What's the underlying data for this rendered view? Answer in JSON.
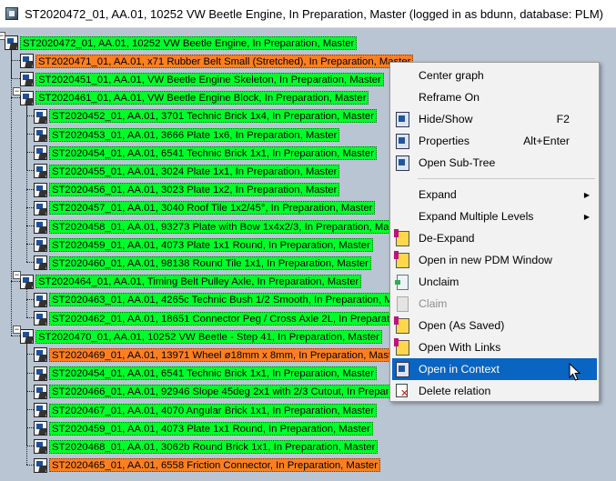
{
  "window": {
    "title": "ST2020472_01, AA.01, 10252 VW Beetle Engine, In Preparation, Master (logged in as bdunn, database: PLM)"
  },
  "colors": {
    "tree_background": "#b9c5d3",
    "node_green": "#00ff2a",
    "node_orange": "#ff7f1e",
    "menu_highlight": "#0a64c2"
  },
  "tree": {
    "nodes": [
      {
        "label": "ST2020472_01, AA.01, 10252 VW Beetle Engine, In Preparation, Master",
        "status": "green",
        "depth": 0
      },
      {
        "label": "ST2020471_01, AA.01, x71 Rubber Belt Small (Stretched), In Preparation, Master",
        "status": "orange",
        "depth": 1
      },
      {
        "label": "ST2020451_01, AA.01, VW Beetle Engine Skeleton, In Preparation, Master",
        "status": "green",
        "depth": 1
      },
      {
        "label": "ST2020461_01, AA.01, VW Beetle Engine Block, In Preparation, Master",
        "status": "green",
        "depth": 1
      },
      {
        "label": "ST2020452_01, AA.01, 3701 Technic Brick 1x4, In Preparation, Master",
        "status": "green",
        "depth": 2
      },
      {
        "label": "ST2020453_01, AA.01, 3666 Plate 1x6, In Preparation, Master",
        "status": "green",
        "depth": 2
      },
      {
        "label": "ST2020454_01, AA.01, 6541 Technic Brick 1x1, In Preparation, Master",
        "status": "green",
        "depth": 2
      },
      {
        "label": "ST2020455_01, AA.01, 3024 Plate 1x1, In Preparation, Master",
        "status": "green",
        "depth": 2
      },
      {
        "label": "ST2020456_01, AA.01, 3023 Plate 1x2, In Preparation, Master",
        "status": "green",
        "depth": 2
      },
      {
        "label": "ST2020457_01, AA.01, 3040 Roof Tile 1x2/45°, In Preparation, Master",
        "status": "green",
        "depth": 2
      },
      {
        "label": "ST2020458_01, AA.01, 93273 Plate with Bow 1x4x2/3, In Preparation, Master",
        "status": "green",
        "depth": 2
      },
      {
        "label": "ST2020459_01, AA.01, 4073 Plate 1x1 Round, In Preparation, Master",
        "status": "green",
        "depth": 2
      },
      {
        "label": "ST2020460_01, AA.01, 98138 Round Tile 1x1, In Preparation, Master",
        "status": "green",
        "depth": 2
      },
      {
        "label": "ST2020464_01, AA.01, Timing Belt Pulley Axle, In Preparation, Master",
        "status": "green",
        "depth": 1
      },
      {
        "label": "ST2020463_01, AA.01, 4265c Technic Bush 1/2 Smooth, In Preparation, Master",
        "status": "green",
        "depth": 2
      },
      {
        "label": "ST2020462_01, AA.01, 18651 Connector Peg / Cross Axle 2L, In Preparation, Master",
        "status": "green",
        "depth": 2
      },
      {
        "label": "ST2020470_01, AA.01, 10252 VW Beetle - Step 41, In Preparation, Master",
        "status": "green",
        "depth": 1
      },
      {
        "label": "ST2020469_01, AA.01, 13971 Wheel ø18mm x 8mm, In Preparation, Master",
        "status": "orange",
        "depth": 2
      },
      {
        "label": "ST2020454_01, AA.01, 6541 Technic Brick 1x1, In Preparation, Master",
        "status": "green",
        "depth": 2
      },
      {
        "label": "ST2020466_01, AA.01, 92946 Slope 45deg 2x1 with 2/3 Cutout, In Preparation, Master",
        "status": "green",
        "depth": 2
      },
      {
        "label": "ST2020467_01, AA.01, 4070 Angular Brick 1x1, In Preparation, Master",
        "status": "green",
        "depth": 2
      },
      {
        "label": "ST2020459_01, AA.01, 4073 Plate 1x1 Round, In Preparation, Master",
        "status": "green",
        "depth": 2
      },
      {
        "label": "ST2020468_01, AA.01, 3062b Round Brick 1x1, In Preparation, Master",
        "status": "green",
        "depth": 2
      },
      {
        "label": "ST2020465_01, AA.01, 6558 Friction Connector, In Preparation, Master",
        "status": "orange",
        "depth": 2
      }
    ]
  },
  "context_menu": {
    "items": [
      {
        "label": "Center graph",
        "icon": "none",
        "shortcut": "",
        "submenu": false,
        "disabled": false,
        "highlighted": false
      },
      {
        "label": "Reframe On",
        "icon": "none",
        "shortcut": "",
        "submenu": false,
        "disabled": false,
        "highlighted": false
      },
      {
        "label": "Hide/Show",
        "icon": "hide-show-icon",
        "shortcut": "F2",
        "submenu": false,
        "disabled": false,
        "highlighted": false
      },
      {
        "label": "Properties",
        "icon": "properties-icon",
        "shortcut": "Alt+Enter",
        "submenu": false,
        "disabled": false,
        "highlighted": false
      },
      {
        "label": "Open Sub-Tree",
        "icon": "sub-tree-icon",
        "shortcut": "",
        "submenu": false,
        "disabled": false,
        "highlighted": false
      },
      {
        "separator": true
      },
      {
        "label": "Expand",
        "icon": "none",
        "shortcut": "",
        "submenu": true,
        "disabled": false,
        "highlighted": false
      },
      {
        "label": "Expand Multiple Levels",
        "icon": "none",
        "shortcut": "",
        "submenu": true,
        "disabled": false,
        "highlighted": false
      },
      {
        "label": "De-Expand",
        "icon": "de-expand-icon",
        "shortcut": "",
        "submenu": false,
        "disabled": false,
        "highlighted": false
      },
      {
        "label": "Open in new PDM Window",
        "icon": "pdm-window-icon",
        "shortcut": "",
        "submenu": false,
        "disabled": false,
        "highlighted": false
      },
      {
        "label": "Unclaim",
        "icon": "unclaim-icon",
        "shortcut": "",
        "submenu": false,
        "disabled": false,
        "highlighted": false
      },
      {
        "label": "Claim",
        "icon": "claim-icon",
        "shortcut": "",
        "submenu": false,
        "disabled": true,
        "highlighted": false
      },
      {
        "label": "Open (As Saved)",
        "icon": "open-as-saved-icon",
        "shortcut": "",
        "submenu": false,
        "disabled": false,
        "highlighted": false
      },
      {
        "label": "Open With Links",
        "icon": "open-with-links-icon",
        "shortcut": "",
        "submenu": false,
        "disabled": false,
        "highlighted": false
      },
      {
        "label": "Open in Context",
        "icon": "open-in-context-icon",
        "shortcut": "",
        "submenu": false,
        "disabled": false,
        "highlighted": true
      },
      {
        "label": "Delete relation",
        "icon": "delete-relation-icon",
        "shortcut": "",
        "submenu": false,
        "disabled": false,
        "highlighted": false
      }
    ]
  }
}
